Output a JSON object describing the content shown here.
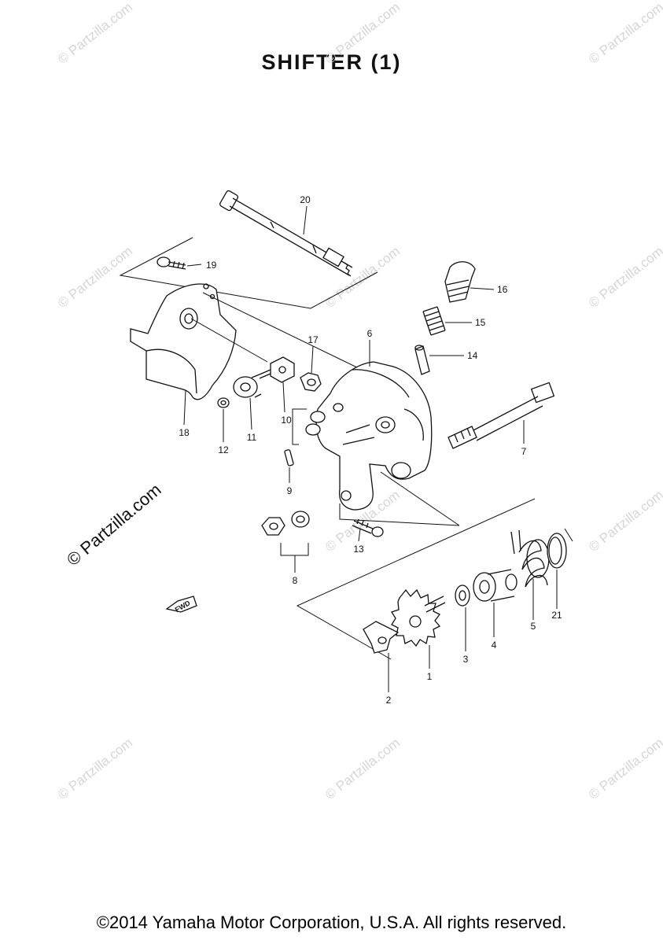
{
  "title": "SHIFTER (1)",
  "copyright": "©2014 Yamaha Motor Corporation, U.S.A. All rights reserved.",
  "watermark": "© Partzilla.com",
  "fwd_label": "FWD",
  "callouts": {
    "p1": "1",
    "p2": "2",
    "p3": "3",
    "p4": "4",
    "p5": "5",
    "p6": "6",
    "p7": "7",
    "p8": "8",
    "p9": "9",
    "p10": "10",
    "p11": "11",
    "p12": "12",
    "p13": "13",
    "p14": "14",
    "p15": "15",
    "p16": "16",
    "p17": "17",
    "p18": "18",
    "p19": "19",
    "p20": "20",
    "p21": "21"
  }
}
